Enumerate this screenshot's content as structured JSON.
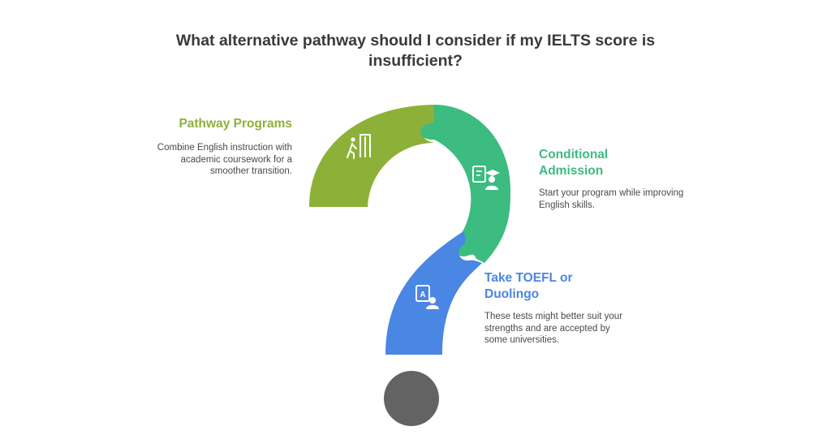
{
  "title": "What alternative pathway should I consider if my IELTS score is insufficient?",
  "colors": {
    "pathway": "#8db138",
    "conditional": "#3cbc80",
    "toefl": "#4a86e4",
    "dot": "#636363"
  },
  "items": [
    {
      "heading": "Pathway Programs",
      "description": "Combine English instruction with academic coursework for a smoother transition.",
      "icon": "walking-person-gate-icon"
    },
    {
      "heading": "Conditional Admission",
      "description": "Start your program while improving English skills.",
      "icon": "graduate-document-icon"
    },
    {
      "heading": "Take TOEFL or Duolingo",
      "description": "These tests might better suit your strengths and are accepted by some universities.",
      "icon": "language-test-user-icon"
    }
  ]
}
